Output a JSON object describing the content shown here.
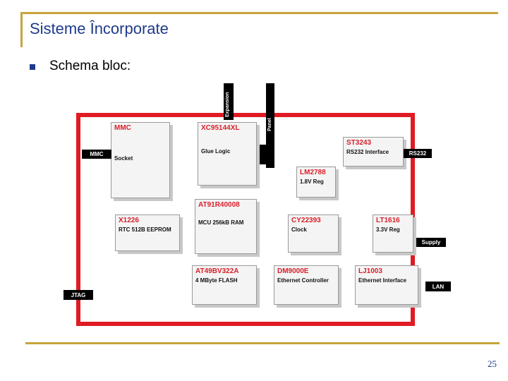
{
  "slide": {
    "title": "Sisteme Încorporate",
    "bullet": "Schema bloc:",
    "page_number": "25"
  },
  "diagram": {
    "colors": {
      "board_border": "#e01b24",
      "chip_name": "#d9202a",
      "connector": "#000000",
      "accent_line": "#c8a43c",
      "title_text": "#1f3b8a"
    },
    "chips": {
      "mmc": {
        "name": "MMC",
        "desc": "Socket"
      },
      "xc95144xl": {
        "name": "XC95144XL",
        "desc": "Glue Logic"
      },
      "st3243": {
        "name": "ST3243",
        "desc": "RS232 Interface"
      },
      "lm2788": {
        "name": "LM2788",
        "desc": "1.8V Reg"
      },
      "at91r40008": {
        "name": "AT91R40008",
        "desc": "MCU 256kB RAM"
      },
      "x1226": {
        "name": "X1226",
        "desc": "RTC 512B EEPROM"
      },
      "cy22393": {
        "name": "CY22393",
        "desc": "Clock"
      },
      "lt1616": {
        "name": "LT1616",
        "desc": "3.3V Reg"
      },
      "at49bv322a": {
        "name": "AT49BV322A",
        "desc": "4 MByte FLASH"
      },
      "dm9000e": {
        "name": "DM9000E",
        "desc": "Ethernet Controller"
      },
      "lj1003": {
        "name": "LJ1003",
        "desc": "Ethernet Interface"
      }
    },
    "connectors": {
      "mmc": "MMC",
      "rs232": "RS232",
      "supply": "Supply",
      "lan": "LAN",
      "jtag": "JTAG",
      "expansion": "Expansion",
      "panel": "Panel"
    }
  }
}
